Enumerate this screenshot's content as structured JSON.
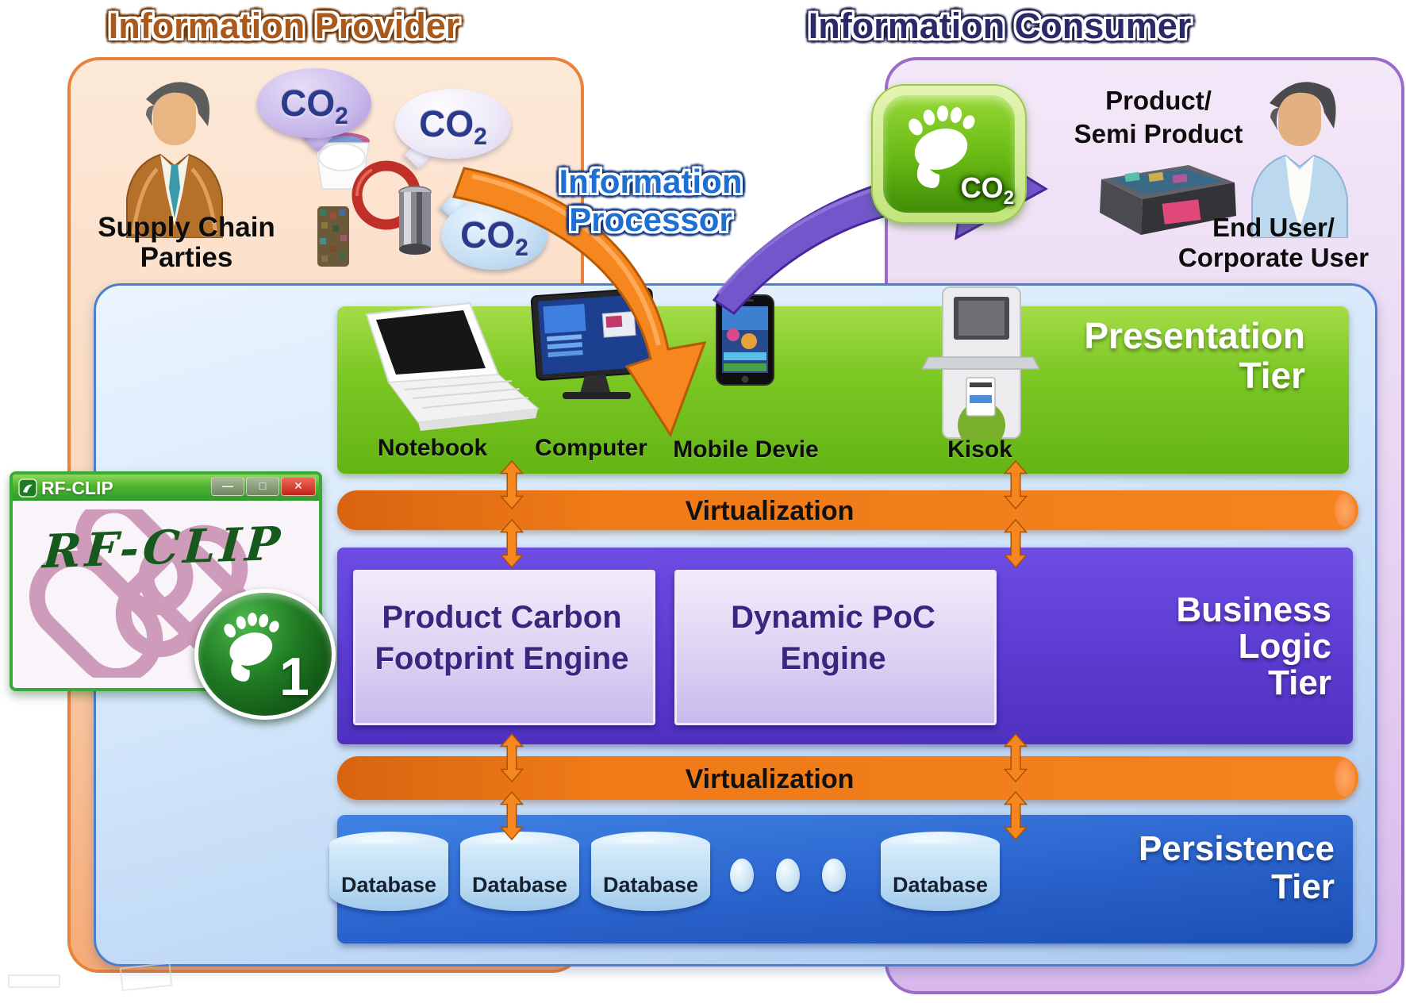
{
  "titles": {
    "provider": "Information Provider",
    "consumer": "Information Consumer",
    "processor": {
      "line1": "Information",
      "line2": "Processor"
    }
  },
  "co2": {
    "main": "CO",
    "sub": "2"
  },
  "provider": {
    "party_label": {
      "line1": "Supply Chain",
      "line2": "Parties"
    }
  },
  "consumer": {
    "product_label": {
      "line1": "Product/",
      "line2": "Semi Product"
    },
    "user_label": {
      "line1": "End User/",
      "line2": "Corporate User"
    }
  },
  "rfclip": {
    "window_title": "RF-CLIP",
    "logo_text": "RF-CLIP",
    "badge_number": "1",
    "controls": {
      "minimize": "—",
      "maximize": "□",
      "close": "✕"
    }
  },
  "presentation": {
    "label_line1": "Presentation",
    "label_line2": "Tier",
    "devices": [
      "Notebook",
      "Computer",
      "Mobile Devie",
      "Kisok"
    ]
  },
  "virtualization": {
    "label": "Virtualization"
  },
  "business": {
    "label_line1": "Business",
    "label_line2": "Logic",
    "label_line3": "Tier",
    "engine1": {
      "line1": "Product Carbon",
      "line2": "Footprint Engine"
    },
    "engine2": {
      "line1": "Dynamic PoC",
      "line2": "Engine"
    }
  },
  "persistence": {
    "label_line1": "Persistence",
    "label_line2": "Tier",
    "databases": [
      "Database",
      "Database",
      "Database",
      "Database"
    ]
  },
  "colors": {
    "provider_title": "#a9591b",
    "consumer_title": "#2a2a6a",
    "processor_title": "#1e6fd2",
    "presentation_band": "#7cc824",
    "virtualization_band": "#f5831f",
    "business_band": "#5c3cd0",
    "persistence_band": "#2a63cc",
    "provider_box": "#f5ab77",
    "consumer_box": "#d9b9ec",
    "processor_box": "#cfe4f9"
  }
}
